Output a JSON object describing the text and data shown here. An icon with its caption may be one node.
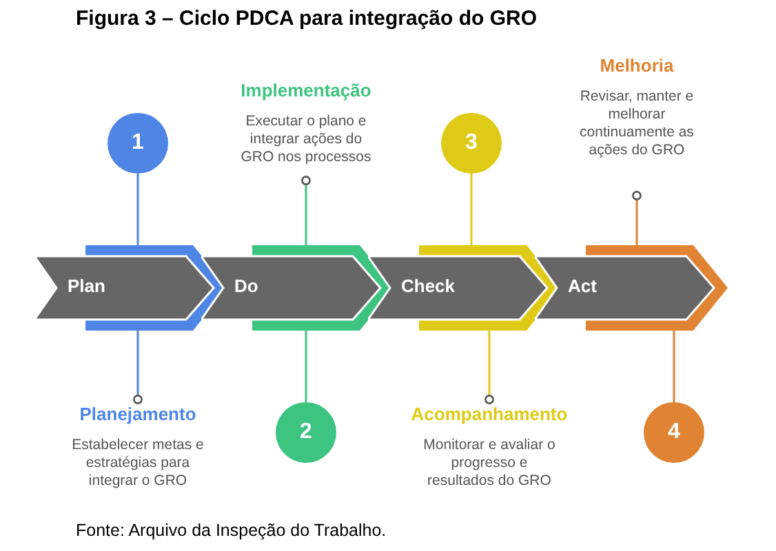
{
  "diagram": {
    "title": "Figura 3 – Ciclo PDCA para integração do GRO",
    "caption": "Fonte: Arquivo da Inspeção do Trabalho.",
    "nodes": [
      {
        "text": [
          "Plan"
        ]
      },
      {
        "text": [
          "Do"
        ]
      },
      {
        "text": [
          "Check"
        ]
      },
      {
        "text": [
          "Act"
        ]
      },
      {
        "text": [
          "1"
        ]
      },
      {
        "text": [
          "2"
        ]
      },
      {
        "text": [
          "3"
        ]
      },
      {
        "text": [
          "4"
        ]
      },
      {
        "text": [
          "Planejamento",
          "Estabelecer metas e estratégias para integrar o GRO"
        ]
      },
      {
        "text": [
          "Implementação",
          "Executar o plano e integrar ações do GRO nos processos"
        ]
      },
      {
        "text": [
          "Acompanhamento",
          "Monitorar e avaliar o progresso e resultados do GRO"
        ]
      },
      {
        "text": [
          "Melhoria",
          "Revisar, manter e melhorar continuamente as ações do GRO"
        ]
      }
    ],
    "edges": [
      {
        "from": 4,
        "to": 0,
        "arrow": "none",
        "color": "#4f86e6"
      },
      {
        "from": 0,
        "to": 8,
        "arrow": "other",
        "color": "#4f86e6"
      },
      {
        "from": 1,
        "to": 9,
        "arrow": "other",
        "color": "#3ec481"
      },
      {
        "from": 1,
        "to": 5,
        "arrow": "none",
        "color": "#3ec481"
      },
      {
        "from": 6,
        "to": 2,
        "arrow": "none",
        "color": "#dfcb17"
      },
      {
        "from": 2,
        "to": 10,
        "arrow": "other",
        "color": "#dfcb17"
      },
      {
        "from": 3,
        "to": 11,
        "arrow": "other",
        "color": "#e08332"
      },
      {
        "from": 3,
        "to": 7,
        "arrow": "none",
        "color": "#e08332"
      }
    ]
  }
}
